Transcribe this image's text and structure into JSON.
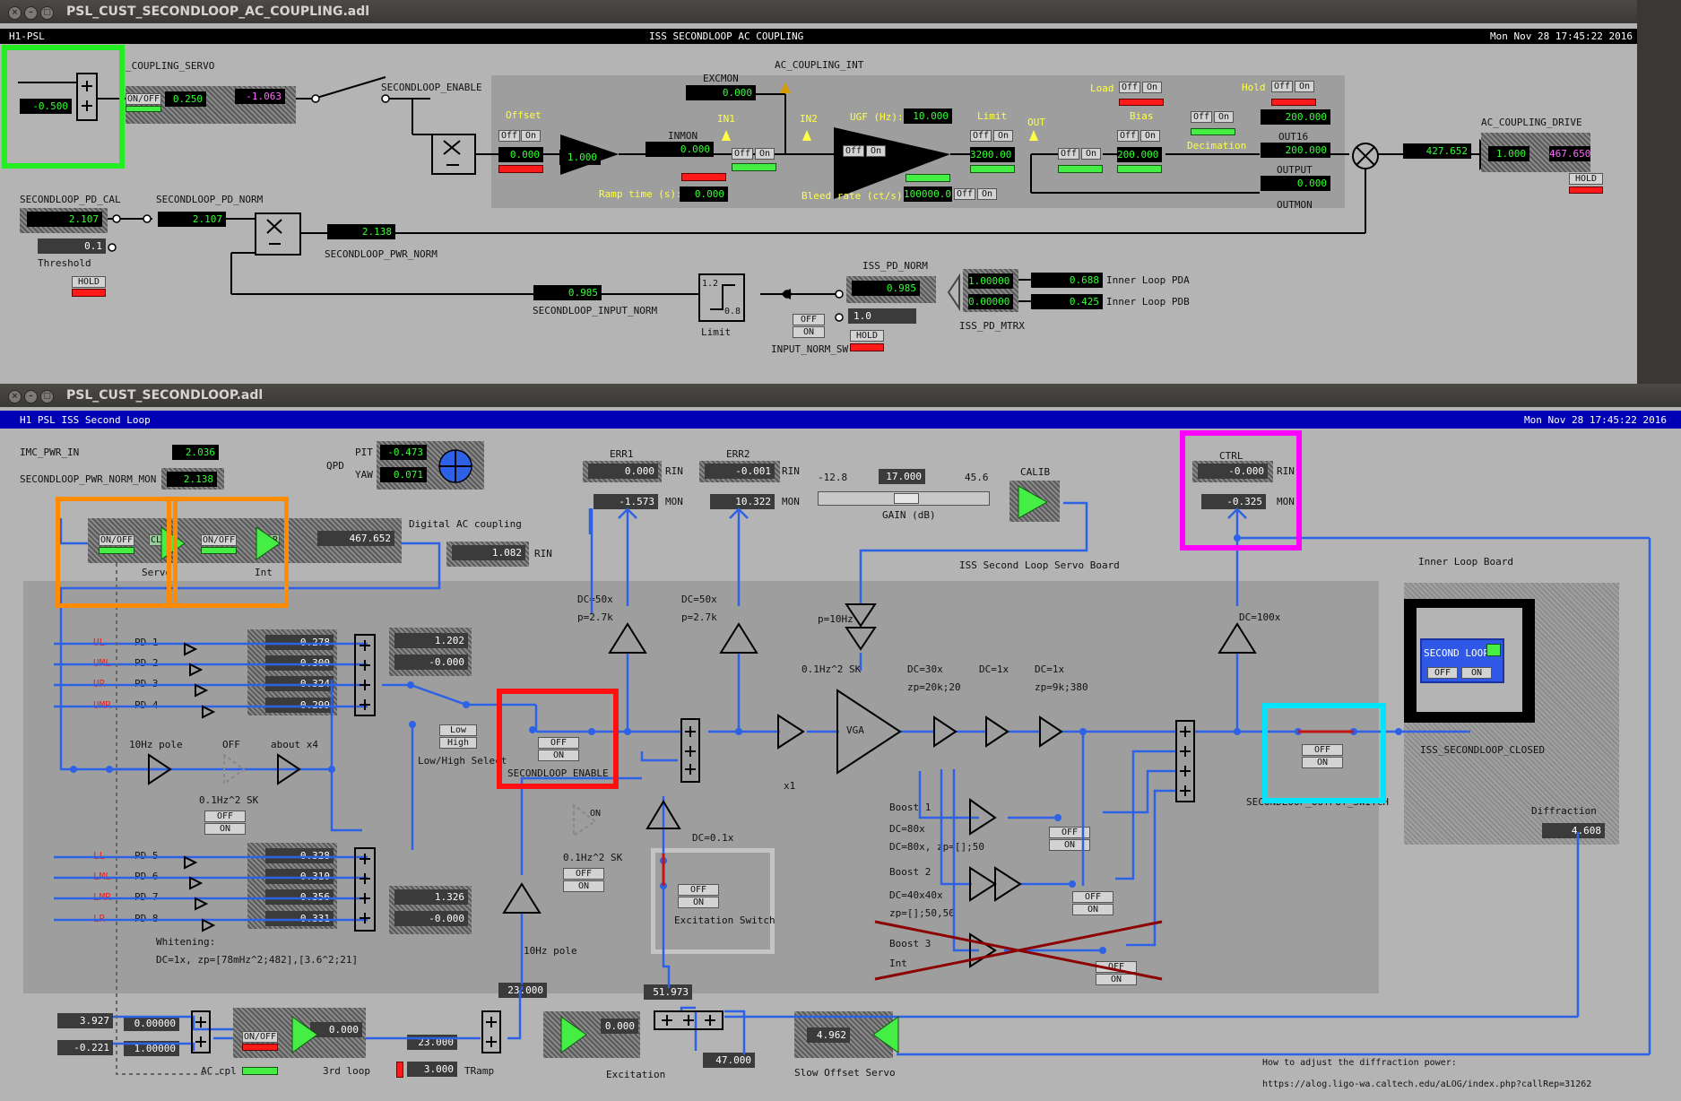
{
  "top_window": {
    "title": "PSL_CUST_SECONDLOOP_AC_COUPLING.adl",
    "header_left": "H1-PSL",
    "header_center": "ISS SECONDLOOP AC COUPLING",
    "header_right": "Mon Nov 28 17:45:22 2016",
    "servo_label": "_COUPLING_SERVO",
    "servo_input": "-0.500",
    "servo_onoff": "ON/OFF",
    "servo_gain": "0.250",
    "servo_out": "-1.063",
    "enable_label": "SECONDLOOP_ENABLE",
    "excmon_label": "EXCMON",
    "excmon_val": "0.000",
    "ac_int_label": "AC_COUPLING_INT",
    "offset_label": "Offset",
    "offset_val": "0.000",
    "off": "Off",
    "on": "On",
    "gain_val": "1.000",
    "inmon_label": "INMON",
    "inmon_val": "0.000",
    "in1": "IN1",
    "in2": "IN2",
    "ugf_label": "UGF (Hz):",
    "ugf_val": "10.000",
    "limit_label": "Limit",
    "limit_val": "3200.00",
    "out_label": "OUT",
    "load_label": "Load",
    "bias_label": "Bias",
    "bias_val": "200.000",
    "hold_label": "Hold",
    "hold_val": "200.000",
    "decimation_label": "Decimation",
    "out16_label": "OUT16",
    "out16_val": "200.000",
    "output_label": "OUTPUT",
    "output_val": "0.000",
    "outmon_label": "OUTMON",
    "ramp_label": "Ramp time (s):",
    "ramp_val": "0.000",
    "bleed_label": "Bleed rate (ct/s):",
    "bleed_val": "100000.0",
    "sum_val": "427.652",
    "drive_label": "AC_COUPLING_DRIVE",
    "drive_gain": "1.000",
    "drive_out": "467.650",
    "hold_btn": "HOLD",
    "pd_cal_label": "SECONDLOOP_PD_CAL",
    "pd_cal_val": "2.107",
    "pd_norm_label": "SECONDLOOP_PD_NORM",
    "pd_norm_val": "2.107",
    "pwr_norm_val": "2.138",
    "pwr_norm_label": "SECONDLOOP_PWR_NORM",
    "threshold_val": "0.1",
    "threshold_label": "Threshold",
    "input_norm_val": "0.985",
    "input_norm_label": "SECONDLOOP_INPUT_NORM",
    "limit_hi": "1.2",
    "limit_lo": "0.8",
    "limit_block_label": "Limit",
    "iss_pd_norm_label": "ISS_PD_NORM",
    "iss_pd_norm_val": "0.985",
    "iss_pd_norm_set": "1.0",
    "off_caps": "OFF",
    "on_caps": "ON",
    "input_norm_sw": "INPUT_NORM_SW",
    "mtrx_1": "1.00000",
    "mtrx_2": "0.00000",
    "mtrx_label": "ISS_PD_MTRX",
    "pda_val": "0.688",
    "pdb_val": "0.425",
    "pda_label": "Inner Loop PDA",
    "pdb_label": "Inner Loop PDB"
  },
  "bottom_window": {
    "title": "PSL_CUST_SECONDLOOP.adl",
    "header_left": "H1 PSL ISS Second Loop",
    "header_right": "Mon Nov 28 17:45:22 2016",
    "imc_pwr_label": "IMC_PWR_IN",
    "imc_pwr_val": "2.036",
    "pwr_norm_mon_label": "SECONDLOOP_PWR_NORM_MON",
    "pwr_norm_mon_val": "2.138",
    "qpd_label": "QPD",
    "pit_label": "PIT",
    "pit_val": "-0.473",
    "yaw_label": "YAW",
    "yaw_val": "0.071",
    "err1_label": "ERR1",
    "err1_rin": "0.000",
    "err1_mon": "-1.573",
    "err2_label": "ERR2",
    "err2_rin": "-0.001",
    "err2_mon": "10.322",
    "rin": "RIN",
    "mon": "MON",
    "gain_min": "-12.8",
    "gain_val": "17.000",
    "gain_max": "45.6",
    "gain_label": "GAIN (dB)",
    "calib_label": "CALIB",
    "ctrl_label": "CTRL",
    "ctrl_rin": "-0.000",
    "ctrl_mon": "-0.325",
    "onoff": "ON/OFF",
    "clr": "CLR",
    "servo_label": "Servo",
    "int_label": "Int",
    "dac_val": "467.652",
    "digital_ac_label": "Digital AC coupling",
    "rin_val": "1.082",
    "servo_board_label": "ISS Second Loop Servo Board",
    "inner_board_label": "Inner Loop Board",
    "dc50_1": "DC=50x",
    "p27_1": "p=2.7k",
    "dc50_2": "DC=50x",
    "p27_2": "p=2.7k",
    "p10hz": "p=10Hz",
    "dc100": "DC=100x",
    "ul": "UL",
    "uml": "UML",
    "ur": "UR",
    "umr": "UMR",
    "ll": "LL",
    "lml": "LML",
    "lmr": "LMR",
    "lr": "LR",
    "pd1": "PD 1",
    "pd2": "PD 2",
    "pd3": "PD 3",
    "pd4": "PD 4",
    "pd5": "PD 5",
    "pd6": "PD 6",
    "pd7": "PD 7",
    "pd8": "PD 8",
    "pd1_val": "0.278",
    "pd2_val": "0.300",
    "pd3_val": "0.324",
    "pd4_val": "0.299",
    "pd5_val": "0.328",
    "pd6_val": "0.310",
    "pd7_val": "0.356",
    "pd8_val": "0.331",
    "sum_top_1": "1.202",
    "sum_top_2": "-0.000",
    "sum_bot_1": "1.326",
    "sum_bot_2": "-0.000",
    "pole10": "10Hz pole",
    "off_lbl": "OFF",
    "about_x4": "about x4",
    "sk_label": "0.1Hz^2 SK",
    "low": "Low",
    "high": "High",
    "lowhigh": "Low/High Select",
    "off": "OFF",
    "on": "ON",
    "enable_label": "SECONDLOOP_ENABLE",
    "sk_label2": "0.1Hz^2 SK",
    "on_partial": "ON",
    "dc01": "DC=0.1x",
    "exc_switch": "Excitation Switch",
    "whitening": "Whitening:",
    "whitening_2": "DC=1x, zp=[78mHz^2;482],[3.6^2;21]",
    "pole10_b": "10Hz pole",
    "x1": "x1",
    "vga": "VGA",
    "sk_vga": "0.1Hz^2 SK",
    "dc30": "DC=30x",
    "zp20k": "zp=20k;20",
    "dc1a": "DC=1x",
    "dc1b": "DC=1x",
    "zp9k": "zp=9k;380",
    "boost1": "Boost 1",
    "dc80": "DC=80x",
    "dc80zp": "DC=80x, zp=[];50",
    "boost2": "Boost 2",
    "dc40": "DC=40x40x",
    "zp50": "zp=[];50,50",
    "boost3": "Boost 3",
    "int_txt": "Int",
    "second_loop": "SECOND LOOP",
    "sl_off": "OFF",
    "sl_on": "ON",
    "closed_label": "ISS_SECONDLOOP_CLOSED",
    "out_switch_label": "SECONDLOOP_OUTPUT_SWITCH",
    "diffraction_label": "Diffraction",
    "diffraction_val": "4.608",
    "v23": "23.000",
    "v51": "51.973",
    "l3927": "3.927",
    "l0221": "-0.221",
    "l0000": "0.00000",
    "l1000": "1.00000",
    "third_out": "0.000",
    "ac_cpl": "AC cpl",
    "third_loop": "3rd loop",
    "tramp_val1": "23.000",
    "tramp_val2": "3.000",
    "tramp": "TRamp",
    "excitation_val": "0.000",
    "excitation_label": "Excitation",
    "v47": "47.000",
    "slow_val": "4.962",
    "slow_label": "Slow Offset Servo",
    "howto": "How to adjust the diffraction power:",
    "url": "https://alog.ligo-wa.caltech.edu/aLOG/index.php?callRep=31262"
  },
  "colors": {
    "wire": "#2e62e6",
    "highlight_green": "#22ee22",
    "highlight_orange": "#ff8c00",
    "highlight_red": "#ff1010",
    "highlight_magenta": "#ff00ff",
    "highlight_cyan": "#00e5ff",
    "header_blue": "#0000b4"
  }
}
